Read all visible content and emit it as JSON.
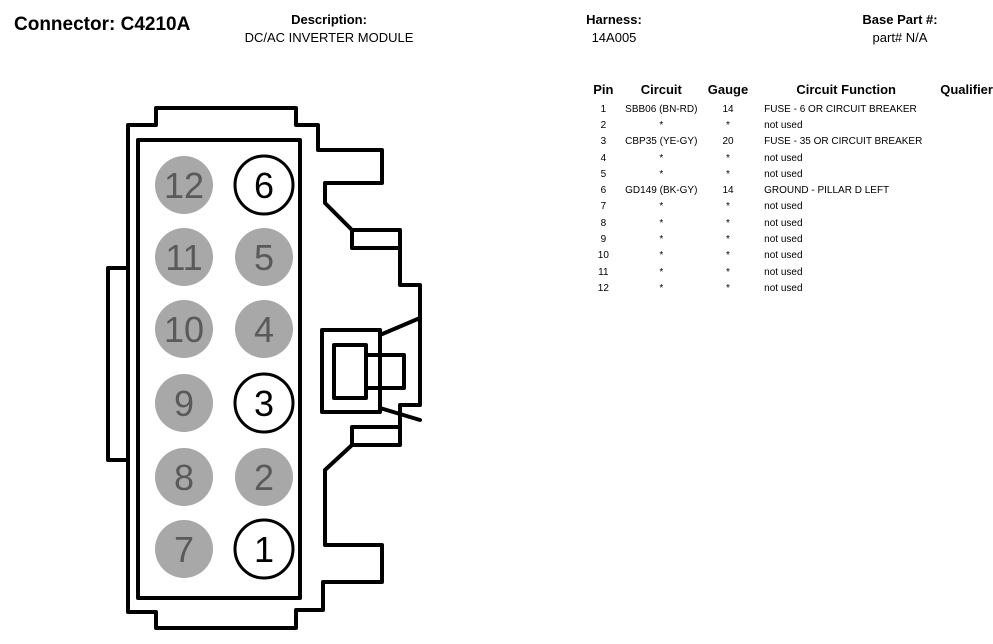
{
  "header": {
    "connector": "Connector: C4210A",
    "description_label": "Description:",
    "description": "DC/AC INVERTER MODULE",
    "harness_label": "Harness:",
    "harness": "14A005",
    "base_part_label": "Base Part #:",
    "base_part": "part# N/A"
  },
  "table": {
    "columns": [
      "Pin",
      "Circuit",
      "Gauge",
      "Circuit Function",
      "Qualifier"
    ],
    "rows": [
      {
        "pin": "1",
        "circuit": "SBB06 (BN-RD)",
        "gauge": "14",
        "function": "FUSE - 6 OR CIRCUIT BREAKER",
        "qualifier": ""
      },
      {
        "pin": "2",
        "circuit": "*",
        "gauge": "*",
        "function": "not used",
        "qualifier": ""
      },
      {
        "pin": "3",
        "circuit": "CBP35 (YE-GY)",
        "gauge": "20",
        "function": "FUSE - 35 OR CIRCUIT BREAKER",
        "qualifier": ""
      },
      {
        "pin": "4",
        "circuit": "*",
        "gauge": "*",
        "function": "not used",
        "qualifier": ""
      },
      {
        "pin": "5",
        "circuit": "*",
        "gauge": "*",
        "function": "not used",
        "qualifier": ""
      },
      {
        "pin": "6",
        "circuit": "GD149 (BK-GY)",
        "gauge": "14",
        "function": "GROUND - PILLAR D LEFT",
        "qualifier": ""
      },
      {
        "pin": "7",
        "circuit": "*",
        "gauge": "*",
        "function": "not used",
        "qualifier": ""
      },
      {
        "pin": "8",
        "circuit": "*",
        "gauge": "*",
        "function": "not used",
        "qualifier": ""
      },
      {
        "pin": "9",
        "circuit": "*",
        "gauge": "*",
        "function": "not used",
        "qualifier": ""
      },
      {
        "pin": "10",
        "circuit": "*",
        "gauge": "*",
        "function": "not used",
        "qualifier": ""
      },
      {
        "pin": "11",
        "circuit": "*",
        "gauge": "*",
        "function": "not used",
        "qualifier": ""
      },
      {
        "pin": "12",
        "circuit": "*",
        "gauge": "*",
        "function": "not used",
        "qualifier": ""
      }
    ]
  },
  "connector_face": {
    "pins": [
      {
        "label": "12",
        "state": "unused"
      },
      {
        "label": "6",
        "state": "used"
      },
      {
        "label": "11",
        "state": "unused"
      },
      {
        "label": "5",
        "state": "unused"
      },
      {
        "label": "10",
        "state": "unused"
      },
      {
        "label": "4",
        "state": "unused"
      },
      {
        "label": "9",
        "state": "unused"
      },
      {
        "label": "3",
        "state": "used"
      },
      {
        "label": "8",
        "state": "unused"
      },
      {
        "label": "2",
        "state": "unused"
      },
      {
        "label": "7",
        "state": "unused"
      },
      {
        "label": "1",
        "state": "used"
      }
    ],
    "colors": {
      "unused_fill": "#a8a8a8",
      "unused_text": "#5a5a5a",
      "used_fill": "#ffffff",
      "used_text": "#000000",
      "outline": "#000000"
    }
  }
}
